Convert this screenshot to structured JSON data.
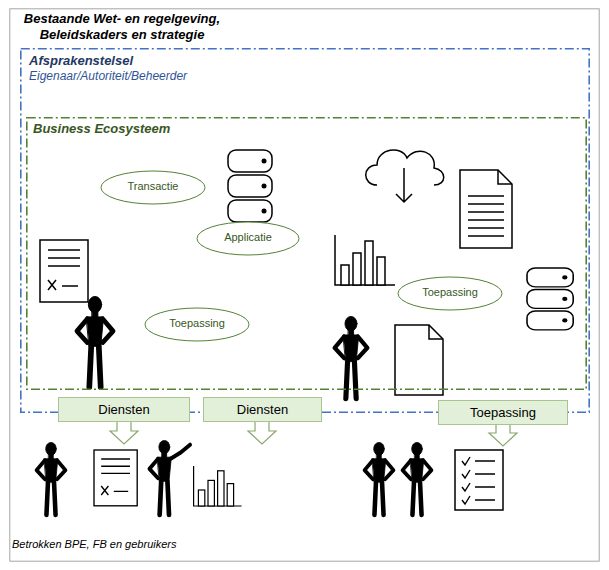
{
  "diagram": {
    "nodes": [
      {
        "text": [
          "Bestaande Wet- en regelgeving, Beleidskaders en strategie",
          "Betrokken BPE, FB en gebruikers"
        ]
      },
      {
        "text": [
          "Afsprakenstelsel",
          "Eigenaar/Autoriteit/Beheerder"
        ],
        "in": 0
      },
      {
        "text": [
          "Business Ecosysteem"
        ],
        "in": 1
      },
      {
        "text": [
          "Transactie"
        ],
        "in": 2
      },
      {
        "text": [
          "Applicatie"
        ],
        "in": 2
      },
      {
        "text": [
          "Toepassing"
        ],
        "in": 2
      },
      {
        "text": [
          "Toepassing"
        ],
        "in": 2
      },
      {
        "text": [
          "Diensten"
        ],
        "in": 1
      },
      {
        "text": [
          "Diensten"
        ],
        "in": 1
      },
      {
        "text": [
          "Toepassing"
        ],
        "in": 1
      }
    ]
  }
}
